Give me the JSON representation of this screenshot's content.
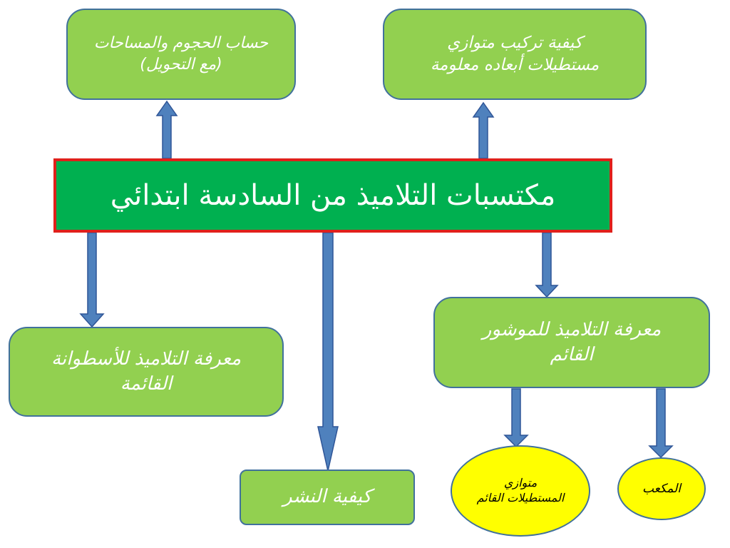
{
  "center_node": {
    "label": "مكتسبات التلاميذ من السادسة ابتدائي"
  },
  "top_left_node": {
    "line1": "حساب الحجوم والمساحات",
    "line2": "(مع التحويل)"
  },
  "top_right_node": {
    "line1": "كيفية تركيب متوازي",
    "line2": "مستطيلات أبعاده معلومة"
  },
  "bottom_left_node": {
    "line1": "معرفة التلاميذ للأسطوانة",
    "line2": "القائمة"
  },
  "bottom_middle_node": {
    "label": "كيفية النشر"
  },
  "bottom_right_node": {
    "line1": "معرفة التلاميذ للموشور",
    "line2": "القائم"
  },
  "leaf_prism": {
    "line1": "متوازي",
    "line2": "المستطيلات القائم"
  },
  "leaf_cube": {
    "label": "المكعب"
  },
  "colors": {
    "node_fill": "#92d050",
    "node_border": "#41719c",
    "center_fill": "#00b050",
    "center_border": "#e0201b",
    "leaf_fill": "#ffff00",
    "arrow_fill": "#4f81bd"
  }
}
